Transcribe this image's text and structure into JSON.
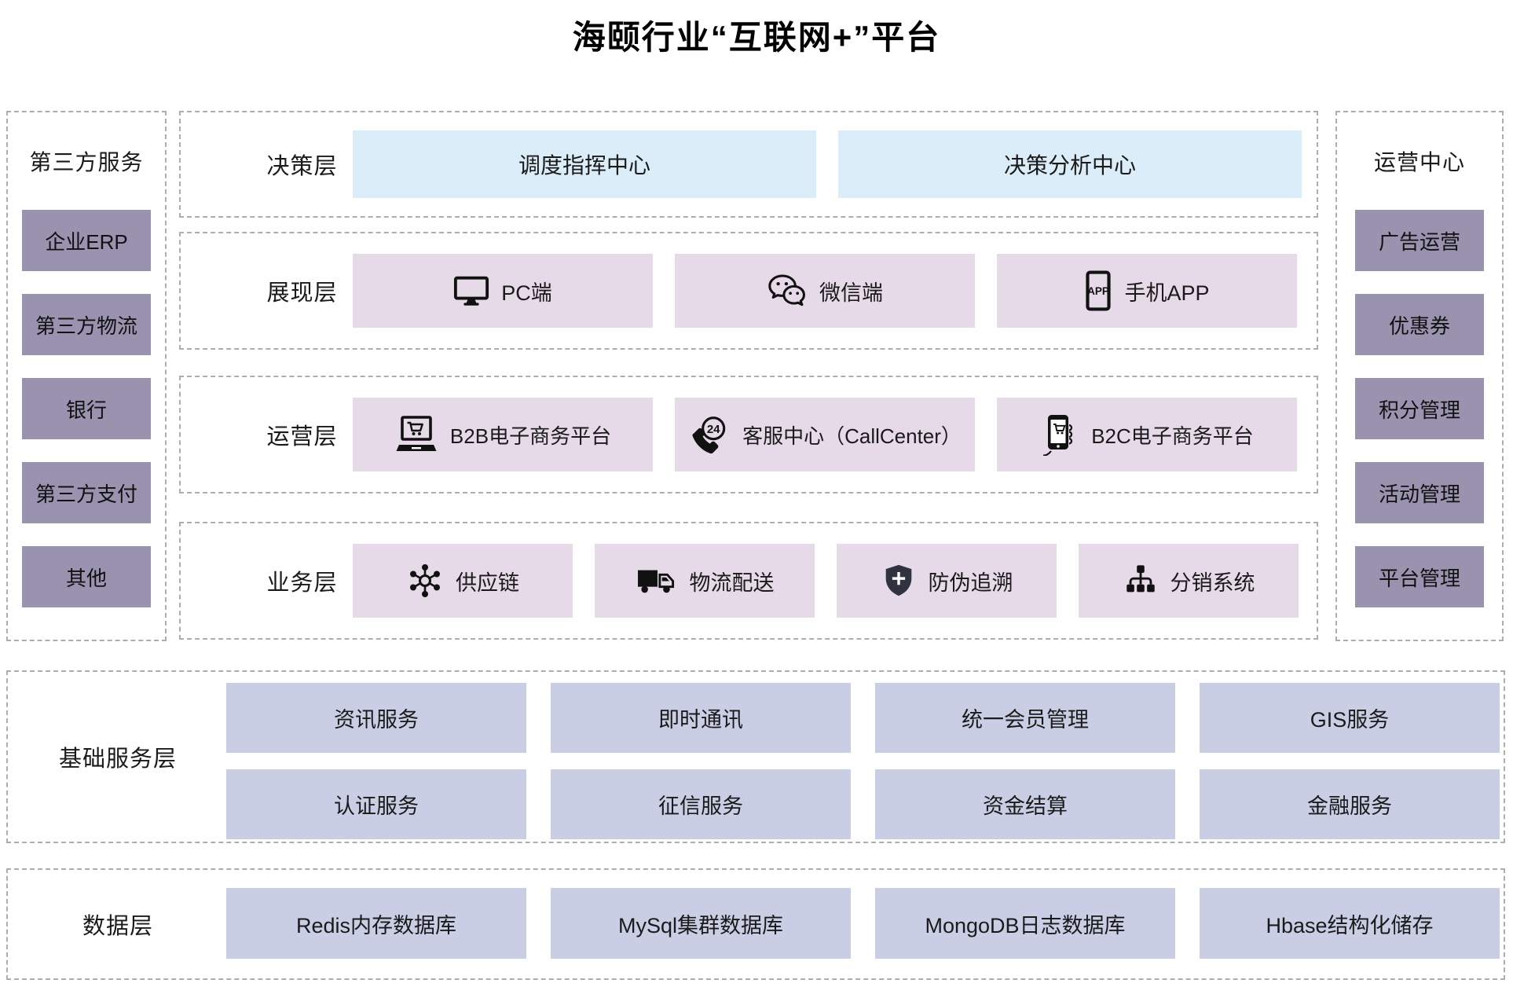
{
  "title": "海颐行业“互联网+”平台",
  "third_party": {
    "title": "第三方服务",
    "items": [
      {
        "label": "企业ERP"
      },
      {
        "label": "第三方物流"
      },
      {
        "label": "银行"
      },
      {
        "label": "第三方支付"
      },
      {
        "label": "其他"
      }
    ]
  },
  "operation_center": {
    "title": "运营中心",
    "items": [
      {
        "label": "广告运营"
      },
      {
        "label": "优惠券"
      },
      {
        "label": "积分管理"
      },
      {
        "label": "活动管理"
      },
      {
        "label": "平台管理"
      }
    ]
  },
  "decision_layer": {
    "label": "决策层",
    "items": [
      {
        "label": "调度指挥中心"
      },
      {
        "label": "决策分析中心"
      }
    ]
  },
  "presentation_layer": {
    "label": "展现层",
    "items": [
      {
        "icon": "monitor-icon",
        "label": "PC端"
      },
      {
        "icon": "wechat-icon",
        "label": "微信端"
      },
      {
        "icon": "mobile-app-icon",
        "label": "手机APP"
      }
    ]
  },
  "operation_layer": {
    "label": "运营层",
    "items": [
      {
        "icon": "laptop-cart-icon",
        "label": "B2B电子商务平台"
      },
      {
        "icon": "phone-24-icon",
        "label": "客服中心（CallCenter）"
      },
      {
        "icon": "mobile-cart-icon",
        "label": "B2C电子商务平台"
      }
    ]
  },
  "business_layer": {
    "label": "业务层",
    "items": [
      {
        "icon": "supply-network-icon",
        "label": "供应链"
      },
      {
        "icon": "truck-icon",
        "label": "物流配送"
      },
      {
        "icon": "shield-icon",
        "label": "防伪追溯"
      },
      {
        "icon": "hierarchy-icon",
        "label": "分销系统"
      }
    ]
  },
  "base_service_layer": {
    "label": "基础服务层",
    "row1": [
      {
        "label": "资讯服务"
      },
      {
        "label": "即时通讯"
      },
      {
        "label": "统一会员管理"
      },
      {
        "label": "GIS服务"
      }
    ],
    "row2": [
      {
        "label": "认证服务"
      },
      {
        "label": "征信服务"
      },
      {
        "label": "资金结算"
      },
      {
        "label": "金融服务"
      }
    ]
  },
  "data_layer": {
    "label": "数据层",
    "items": [
      {
        "label": "Redis内存数据库"
      },
      {
        "label": "MySql集群数据库"
      },
      {
        "label": "MongoDB日志数据库"
      },
      {
        "label": "Hbase结构化储存"
      }
    ]
  },
  "icons": {
    "app_label": "APP",
    "badge_24": "24"
  },
  "colors": {
    "sidebar_box": "#9a93b0",
    "decision_box": "#dbedf8",
    "pink_box": "#e6d9e8",
    "service_box": "#c9cee5",
    "border": "#adadad",
    "shield_fill": "#30333f",
    "text": "#1a1a1a"
  }
}
